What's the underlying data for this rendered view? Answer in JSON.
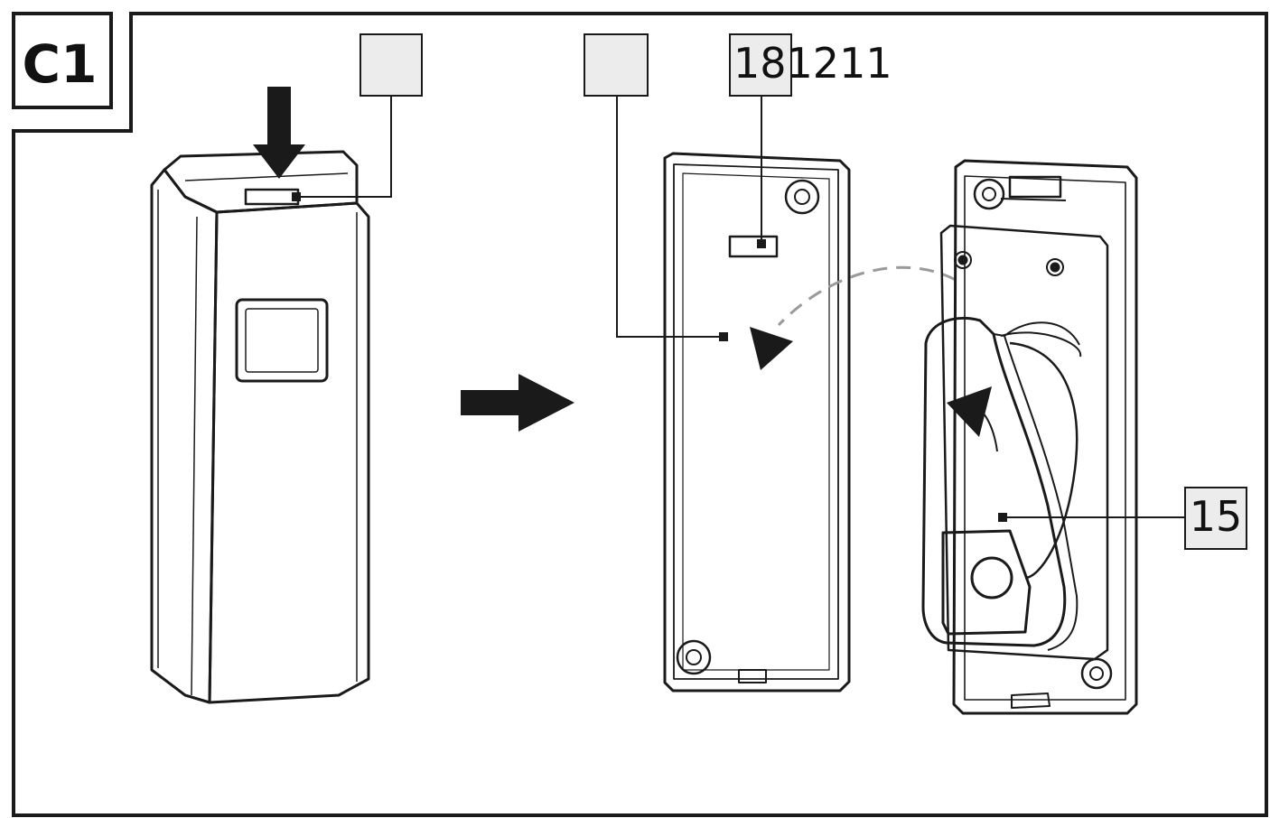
{
  "panel_label": "C1",
  "callouts": {
    "release_button": "",
    "back_cover": "",
    "battery": "181211",
    "battery_cover": "15"
  },
  "colors": {
    "line": "#1a1a1a",
    "label_fill": "#ececec",
    "dash": "#9a9a9a"
  }
}
